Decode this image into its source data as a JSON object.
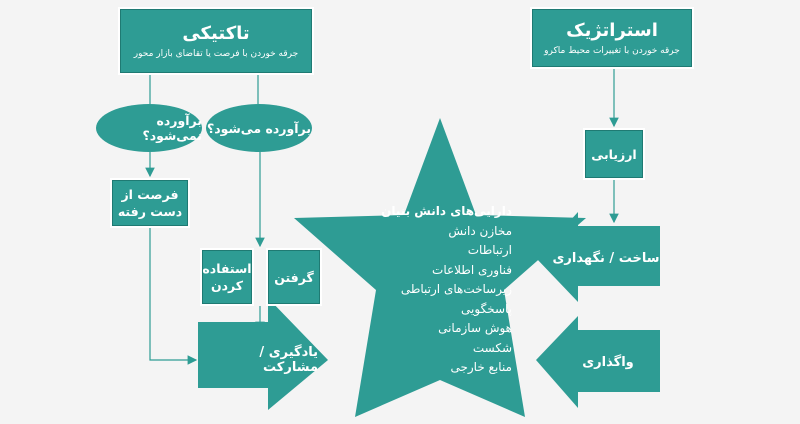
{
  "tactical": {
    "title": "تاکتیکی",
    "subtitle": "جرقه خوردن با فرصت یا تقاضای بازار محور"
  },
  "strategic": {
    "title": "استراتژیک",
    "subtitle": "جرقه خوردن با تغییرات محیط ماکرو"
  },
  "not_met": "برآورده نمی‌شود؟",
  "met": "برآورده می‌شود؟",
  "lost_opportunity": {
    "line1": "فرصت از",
    "line2": "دست رفته"
  },
  "use": {
    "line1": "استفاده",
    "line2": "کردن"
  },
  "take": "گرفتن",
  "learning": "یادگیری / مشارکت",
  "evaluation": "ارزیابی",
  "build_maintain": "ساخت / نگهداری",
  "transfer": "واگذاری",
  "assets": {
    "heading": "دارایی‌های دانش بنیان",
    "items": [
      "مخازن دانش",
      "ارتباطات",
      "فناوری اطلاعات",
      "زیرساخت‌های ارتباطی",
      "پاسخگویی",
      "هوش سازمانی",
      "شکست",
      "منابع خارجی"
    ]
  },
  "colors": {
    "teal": "#2e9c94",
    "line": "#2e9c94",
    "background": "#f4f4f4"
  }
}
